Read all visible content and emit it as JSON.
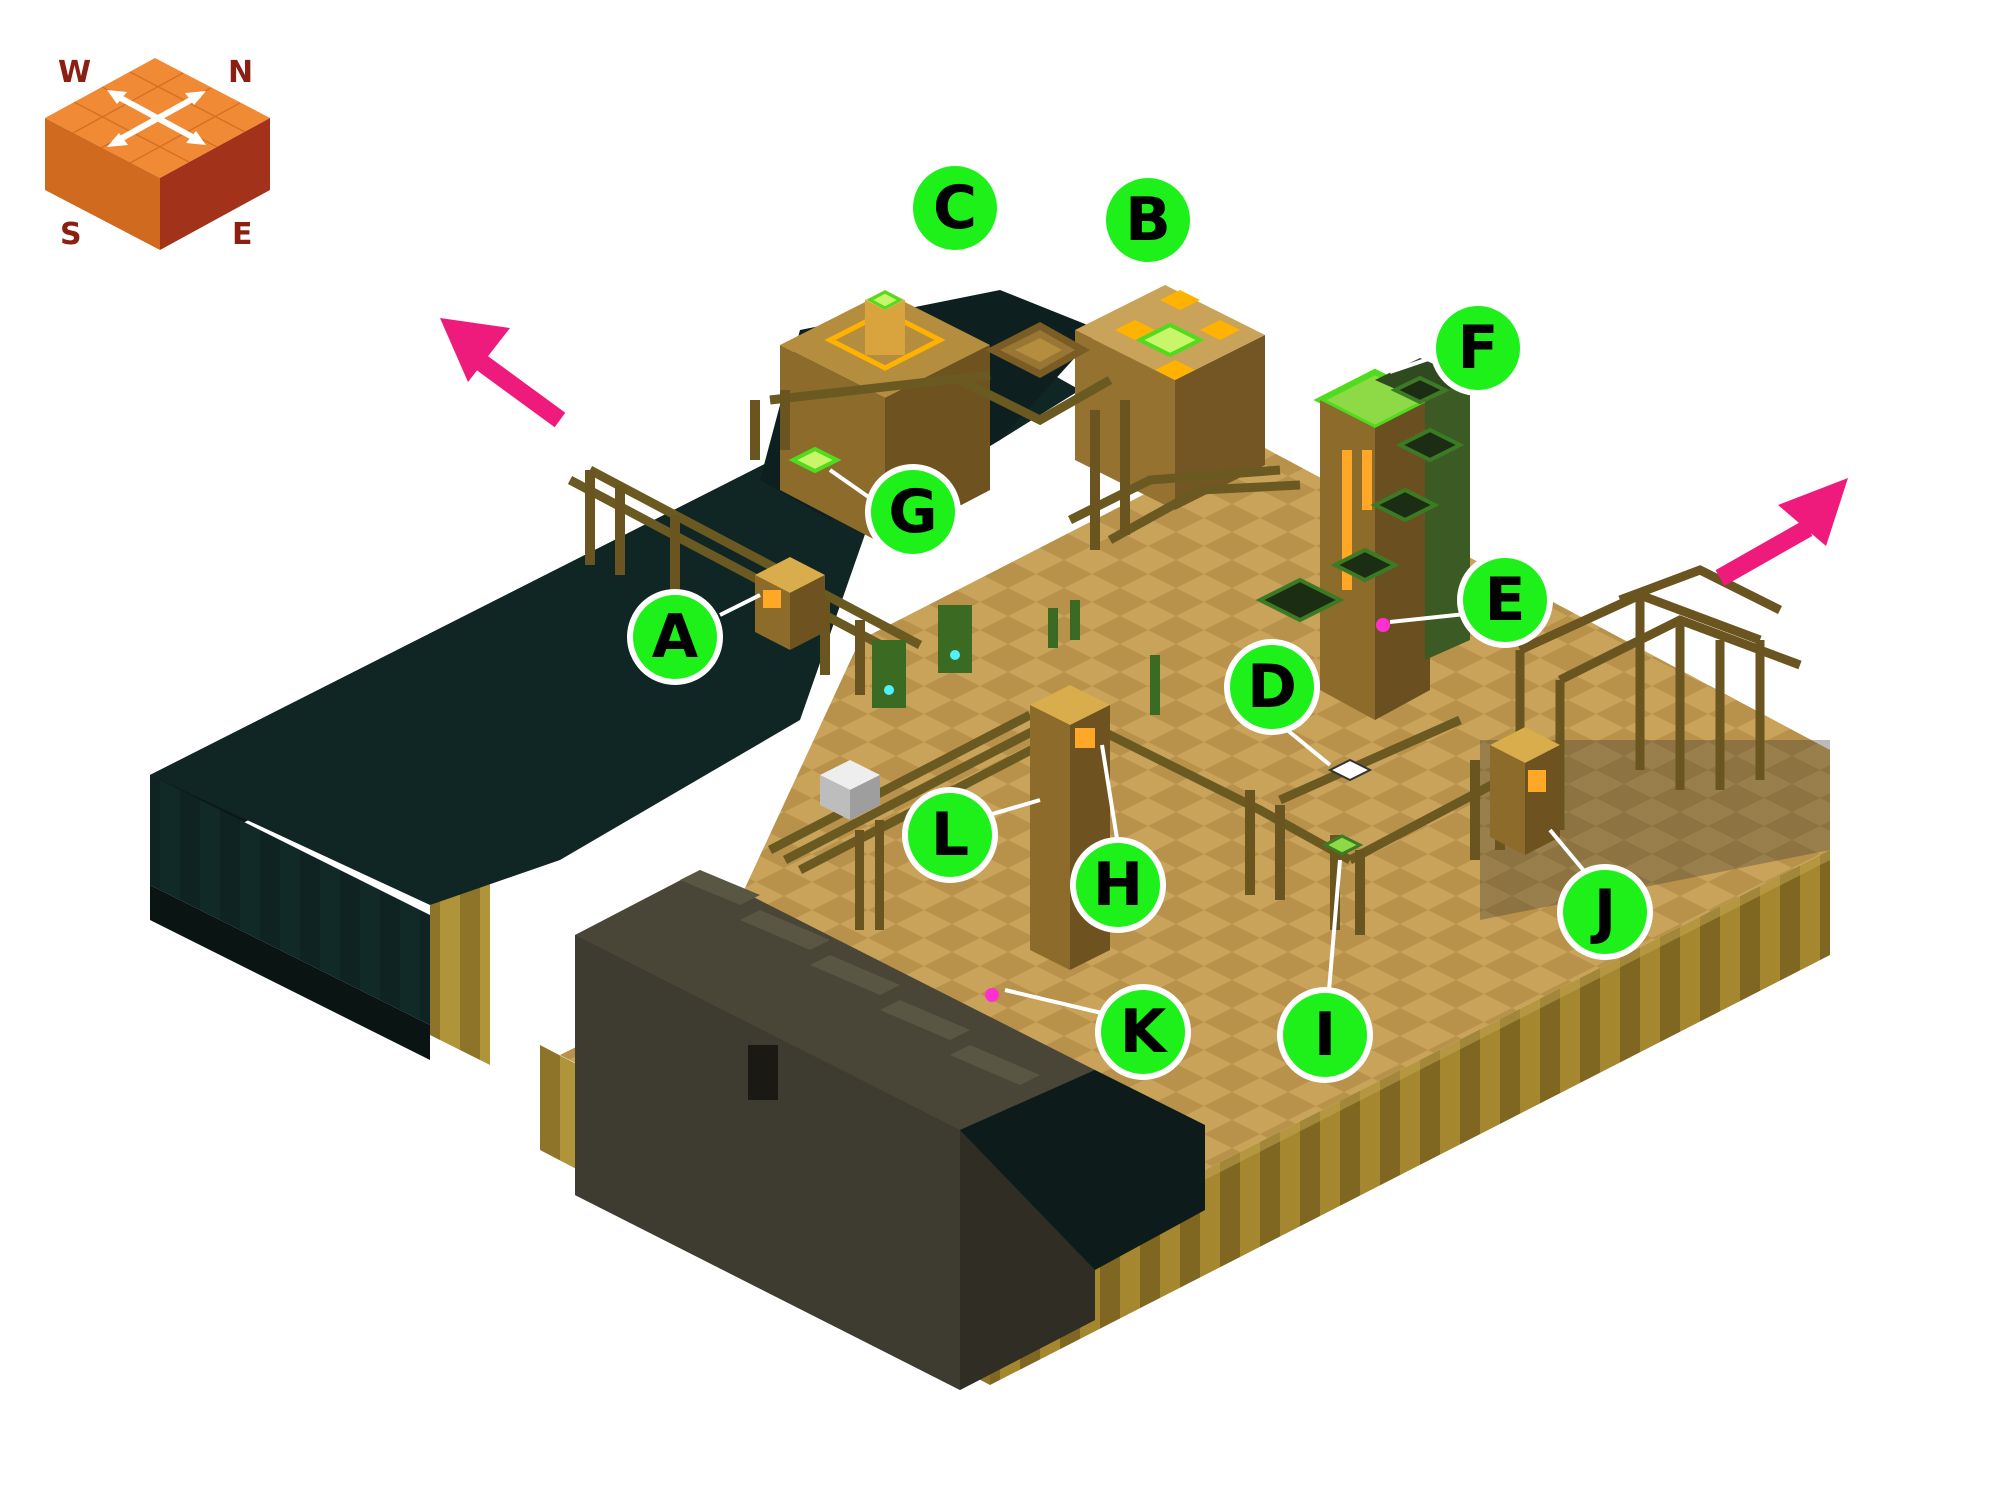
{
  "compass": {
    "north": "N",
    "south": "S",
    "east": "E",
    "west": "W",
    "icon": "compass-cube-icon"
  },
  "markers": {
    "a": "A",
    "b": "B",
    "c": "C",
    "d": "D",
    "e": "E",
    "f": "F",
    "g": "G",
    "h": "H",
    "i": "I",
    "j": "J",
    "k": "K",
    "l": "L"
  },
  "exits": {
    "northwest_icon": "exit-arrow-icon",
    "northeast_icon": "exit-arrow-icon"
  },
  "colors": {
    "marker_fill": "#1ef01a",
    "marker_outline": "#ffffff",
    "exit_arrow": "#ef1b7c",
    "compass_orange": "#e07a2a",
    "water": "#0f2322",
    "sand": "#c9a35a",
    "sand_dark": "#a9863d",
    "wall_stripe_light": "#b99a45",
    "wall_stripe_dark": "#7d6522",
    "stone": "#4a4637",
    "glow": "#ffa726"
  }
}
